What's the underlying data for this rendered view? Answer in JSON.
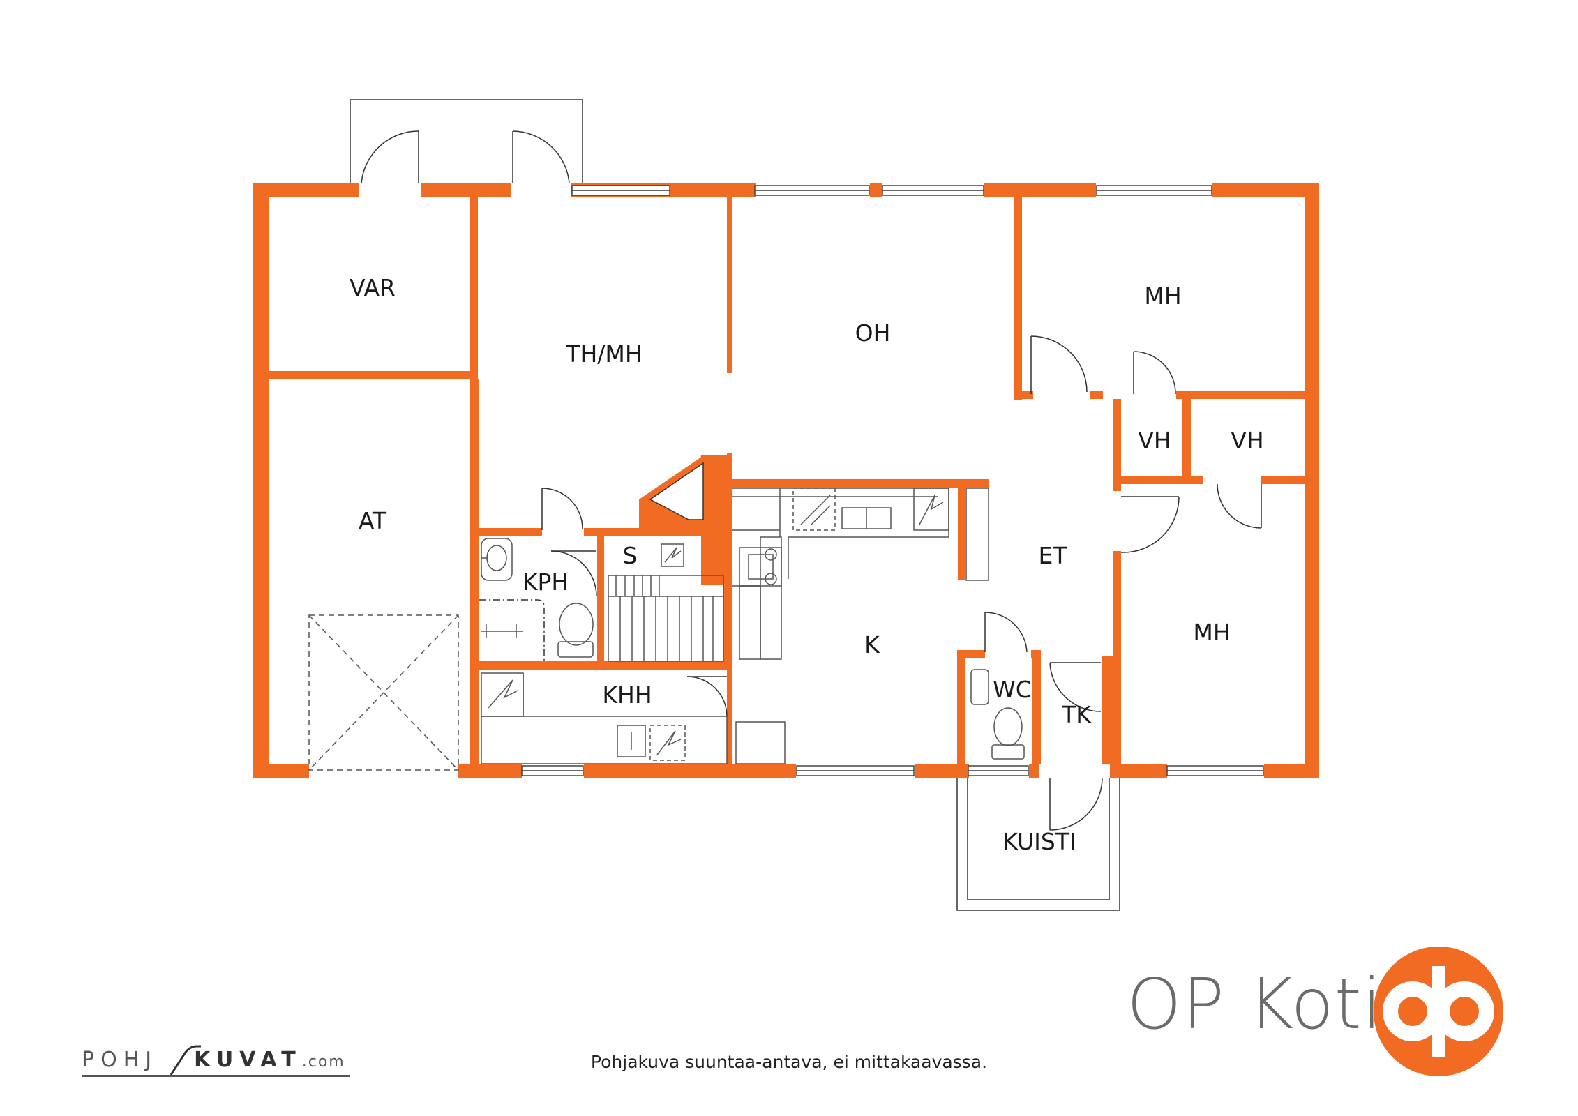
{
  "rooms": {
    "var": "VAR",
    "th_mh": "TH/MH",
    "oh": "OH",
    "mh_top": "MH",
    "vh_left": "VH",
    "vh_right": "VH",
    "at": "AT",
    "kph": "KPH",
    "s": "S",
    "et": "ET",
    "k": "K",
    "mh_bottom": "MH",
    "khh": "KHH",
    "wc": "WC",
    "tk": "TK",
    "kuisti": "KUISTI"
  },
  "footer": {
    "disclaimer": "Pohjakuva suuntaa-antava, ei mittakaavassa.",
    "credit_left": "POHJ",
    "credit_right": "KUVAT",
    "credit_domain": ".com"
  },
  "brand": {
    "name": "OP Koti",
    "logo_icon": "op-logo-icon"
  },
  "colors": {
    "wall": "#f26b22",
    "brand_text": "#6b6b6b"
  }
}
